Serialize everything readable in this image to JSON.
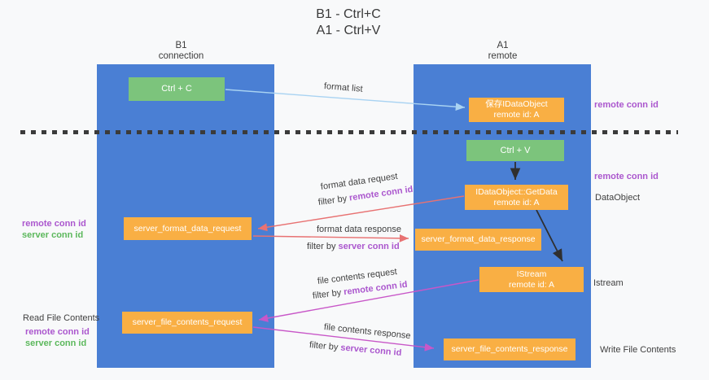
{
  "title": {
    "line1": "B1 - Ctrl+C",
    "line2": "A1 - Ctrl+V"
  },
  "columns": {
    "left": {
      "name": "B1",
      "role": "connection"
    },
    "right": {
      "name": "A1",
      "role": "remote"
    }
  },
  "boxes": {
    "ctrl_c": {
      "label": "Ctrl + C"
    },
    "ctrl_v": {
      "label": "Ctrl + V"
    },
    "save_dataobject": {
      "line1": "保存IDataObject",
      "line2": "remote id: A"
    },
    "getdata": {
      "line1": "IDataObject::GetData",
      "line2": "remote id: A"
    },
    "istream": {
      "line1": "IStream",
      "line2": "remote id: A"
    },
    "server_format_data_request": {
      "label": "server_format_data_request"
    },
    "server_format_data_response": {
      "label": "server_format_data_response"
    },
    "server_file_contents_request": {
      "label": "server_file_contents_request"
    },
    "server_file_contents_response": {
      "label": "server_file_contents_response"
    }
  },
  "arrow_labels": {
    "format_list": "format list",
    "format_data_request": {
      "title": "format data request",
      "filter_prefix": "filter by ",
      "filter_value": "remote conn id"
    },
    "format_data_response": {
      "title": "format data response",
      "filter_prefix": "filter by ",
      "filter_value": "server conn id"
    },
    "file_contents_request": {
      "title": "file contents request",
      "filter_prefix": "filter by ",
      "filter_value": "remote conn id"
    },
    "file_contents_response": {
      "title": "file contents response",
      "filter_prefix": "filter by ",
      "filter_value": "server conn id"
    }
  },
  "side_labels": {
    "right_remote_conn_top": "remote conn id",
    "right_remote_conn_mid": "remote conn id",
    "dataobject": "DataObject",
    "istream": "Istream",
    "write_file_contents": "Write File Contents",
    "left_mid_remote": "remote conn id",
    "left_mid_server": "server conn id",
    "read_file_contents": "Read File Contents",
    "left_bottom_remote": "remote conn id",
    "left_bottom_server": "server conn id"
  },
  "colors": {
    "column_blue": "#4A7FD4",
    "box_green": "#7CC47C",
    "box_orange": "#F9AF44",
    "label_purple": "#AB57CE",
    "label_green": "#5CB85C",
    "arrow_light_blue": "#A9D3F2",
    "arrow_red": "#E87272",
    "arrow_magenta": "#C857C8",
    "arrow_black": "#2F2F2F"
  }
}
